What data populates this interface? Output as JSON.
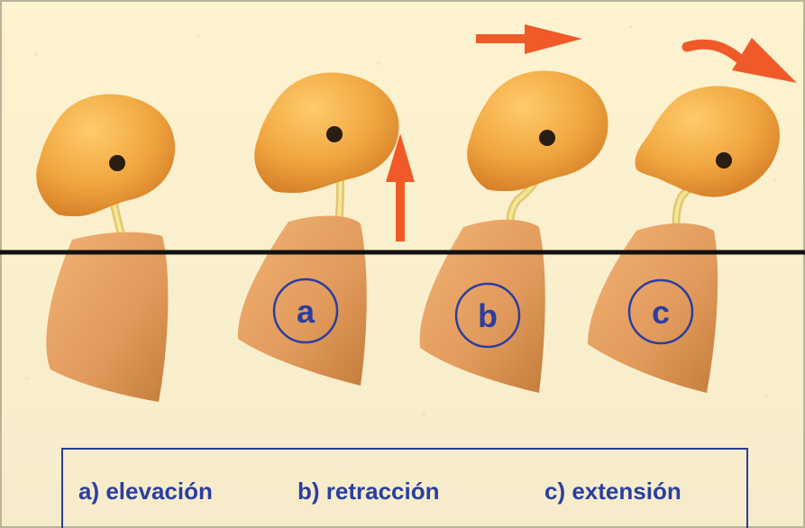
{
  "labels": {
    "figure_a": "a",
    "figure_b": "b",
    "figure_c": "c"
  },
  "captions": {
    "a": "a) elevación",
    "b": "b) retracción",
    "c": "c) extensión"
  },
  "colors": {
    "background_top": "#fdf3cf",
    "background_bottom": "#f7eecb",
    "head": "#f0a640",
    "head_shadow": "#d97d22",
    "torso": "#e6a061",
    "torso_shadow": "#c9803e",
    "neck": "#e8d678",
    "arrow": "#ef5a28",
    "label_blue": "#2b3ea0",
    "baseline": "#111111"
  },
  "icons": {
    "arrow_up": "arrow-up-icon",
    "arrow_right": "arrow-right-icon",
    "arrow_curved": "arrow-curved-icon"
  }
}
